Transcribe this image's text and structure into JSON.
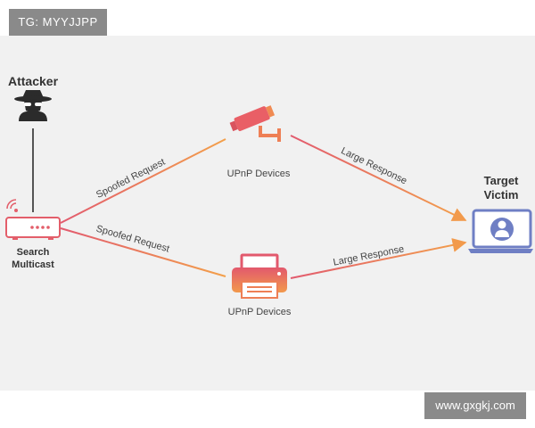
{
  "watermarks": {
    "tag": "TG: MYYJJPP",
    "url": "www.gxgkj.com"
  },
  "nodes": {
    "attacker": "Attacker",
    "search_multicast_line1": "Search",
    "search_multicast_line2": "Multicast",
    "upnp_top": "UPnP Devices",
    "upnp_bottom": "UPnP Devices",
    "target_line1": "Target",
    "target_line2": "Victim"
  },
  "edges": {
    "spoofed_top": "Spoofed Request",
    "spoofed_bottom": "Spoofed Request",
    "large_top": "Large Response",
    "large_bottom": "Large Response"
  },
  "colors": {
    "grad_start": "#e25a6e",
    "grad_end": "#f3a04a",
    "laptop": "#6f7fc4",
    "dark": "#2b2b2b"
  },
  "icons": {
    "attacker": "hacker-icon",
    "router": "router-icon",
    "camera": "security-camera-icon",
    "printer": "printer-icon",
    "laptop": "laptop-user-icon"
  }
}
